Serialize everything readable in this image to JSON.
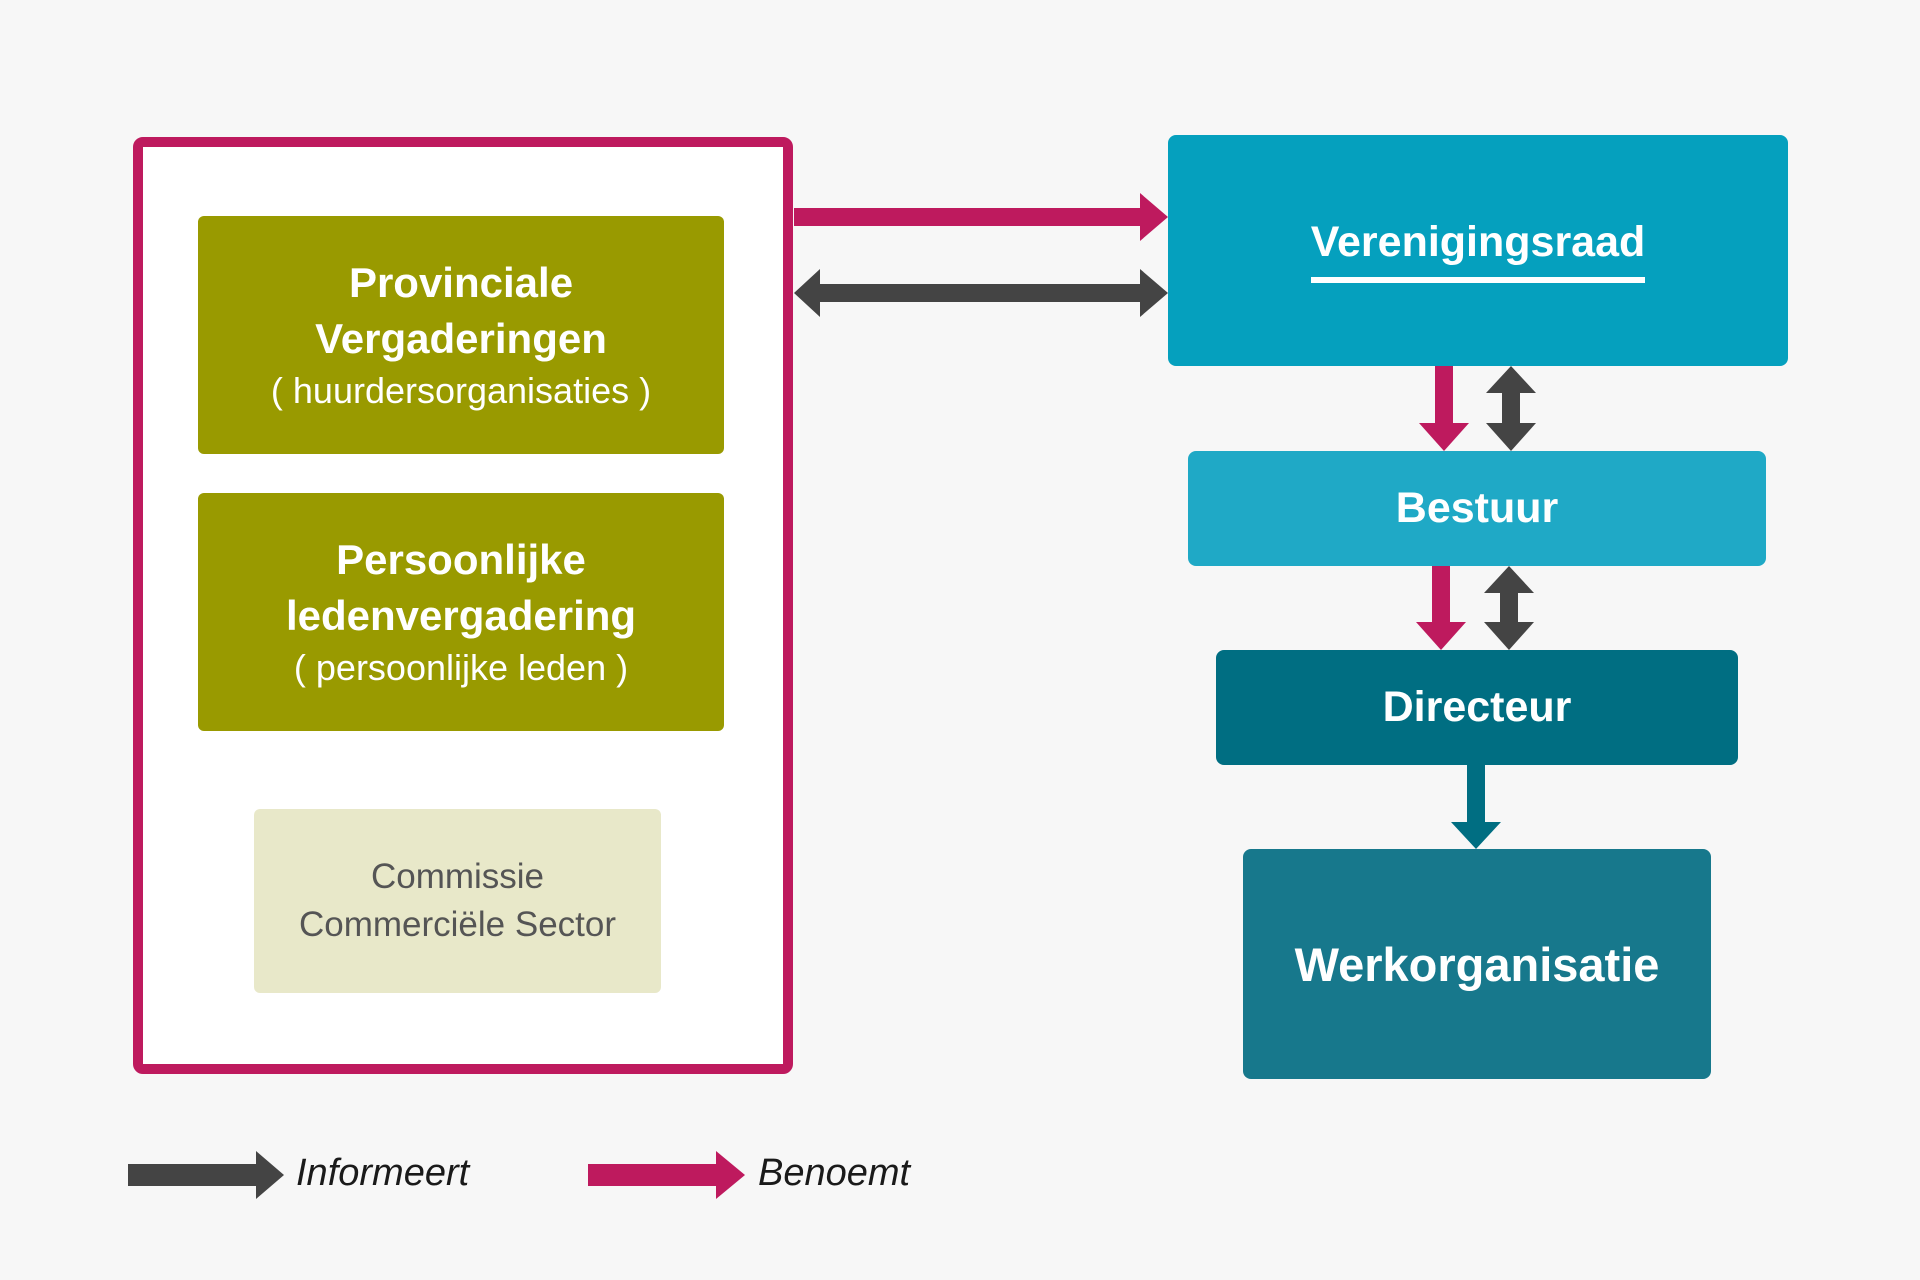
{
  "members": {
    "provinciale": {
      "title": [
        "Provinciale",
        "Vergaderingen"
      ],
      "subtitle": "( huurdersorganisaties )"
    },
    "persoonlijke": {
      "title": [
        "Persoonlijke",
        "ledenvergadering"
      ],
      "subtitle": "( persoonlijke leden )"
    },
    "commissie": {
      "lines": [
        "Commissie",
        "Commerciële Sector"
      ]
    }
  },
  "organization": {
    "verenigingsraad": "Verenigingsraad",
    "bestuur": "Bestuur",
    "directeur": "Directeur",
    "werkorganisatie": "Werkorganisatie"
  },
  "legend": {
    "informeert": "Informeert",
    "benoemt": "Benoemt"
  },
  "colors": {
    "benoemt": "#be1a5e",
    "informeert": "#444444",
    "frame": "#be1a5e",
    "olive": "#999a00",
    "commissie_bg": "#e8e8c9",
    "verenigingsraad": "#05a0be",
    "bestuur": "#1fa9c6",
    "directeur": "#006e82",
    "werkorganisatie": "#17788c"
  }
}
